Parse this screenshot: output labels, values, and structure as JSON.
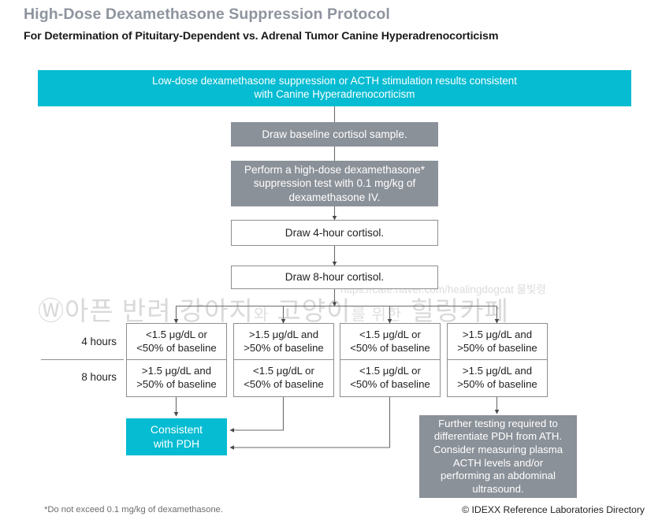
{
  "document": {
    "title": "High-Dose Dexamethasone Suppression Protocol",
    "subtitle": "For Determination of Pituitary-Dependent vs. Adrenal Tumor Canine Hyperadrenocorticism"
  },
  "colors": {
    "teal": "#05bcd2",
    "gray": "#8b9199",
    "title_gray": "#8e949e",
    "box_border": "#8e8e8e",
    "connector": "#555555",
    "watermark": "#d9d9d9"
  },
  "flow": {
    "header_banner": "Low-dose dexamethasone suppression or ACTH stimulation results consistent\nwith Canine Hyperadrenocorticism",
    "steps": [
      {
        "id": "baseline",
        "style": "gray",
        "text": "Draw baseline cortisol sample."
      },
      {
        "id": "hdds-test",
        "style": "gray",
        "text": "Perform a high-dose dexamethasone*\nsuppression test with 0.1  mg/kg of\ndexamethasone IV."
      },
      {
        "id": "cortisol-4h",
        "style": "white",
        "text": "Draw 4-hour cortisol."
      },
      {
        "id": "cortisol-8h",
        "style": "white",
        "text": "Draw 8-hour cortisol."
      }
    ]
  },
  "results_grid": {
    "row_labels": [
      "4 hours",
      "8 hours"
    ],
    "columns": [
      {
        "index": 1,
        "four_hour": "<1.5 μg/dL or\n<50% of baseline",
        "eight_hour": ">1.5 μg/dL and\n>50% of baseline",
        "outcome": "pdh"
      },
      {
        "index": 2,
        "four_hour": ">1.5 μg/dL and\n>50% of baseline",
        "eight_hour": "<1.5 μg/dL or\n<50% of baseline",
        "outcome": "pdh"
      },
      {
        "index": 3,
        "four_hour": "<1.5 μg/dL or\n<50% of baseline",
        "eight_hour": "<1.5 μg/dL or\n<50% of baseline",
        "outcome": "pdh"
      },
      {
        "index": 4,
        "four_hour": ">1.5 μg/dL and\n>50% of baseline",
        "eight_hour": ">1.5 μg/dL and\n>50% of baseline",
        "outcome": "further-testing"
      }
    ]
  },
  "outcomes": {
    "pdh": "Consistent\nwith PDH",
    "further_testing": "Further testing required to\ndifferentiate PDH from ATH.\nConsider measuring plasma\nACTH levels and/or\nperforming an abdominal\nultrasound."
  },
  "footer": {
    "footnote": "*Do not exceed 0.1 mg/kg of dexamethasone.",
    "credit": "© IDEXX Reference Laboratories Directory"
  },
  "watermark": {
    "url": "https://cafe.naver.com/healingdogcat 물빛령",
    "korean_part1": "Ⓦ아픈 반려 강아지",
    "korean_small1": "와",
    "korean_part2": " 고양이",
    "korean_small2": "를 위한",
    "korean_part3": " 힐링카페"
  }
}
